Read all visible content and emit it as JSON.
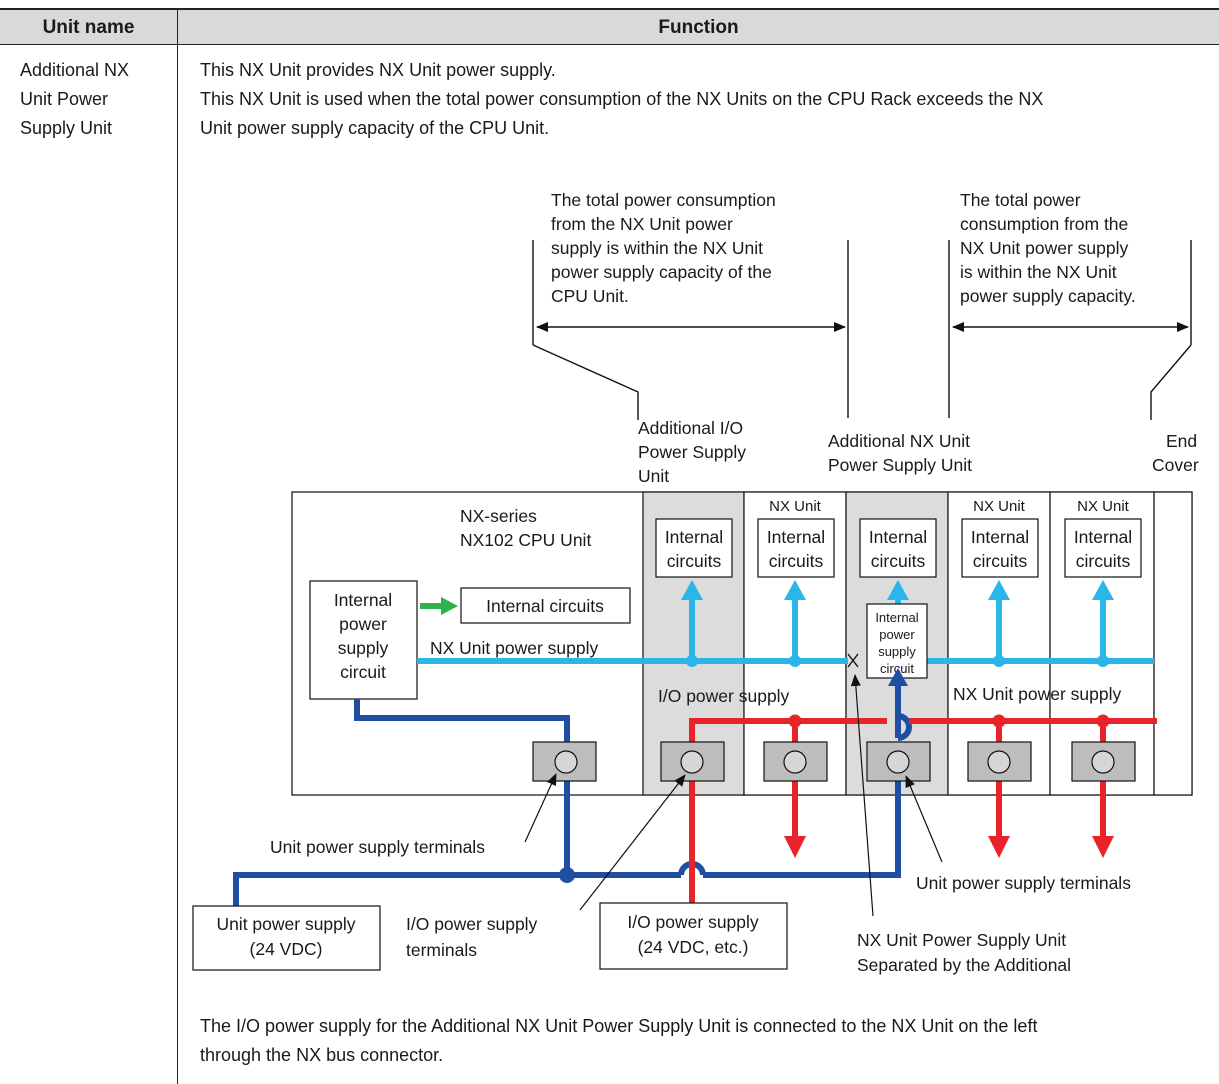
{
  "table": {
    "headers": [
      "Unit name",
      "Function"
    ],
    "unit_name_lines": [
      "Additional NX",
      "Unit Power",
      "Supply Unit"
    ],
    "intro_line1": "This NX Unit provides NX Unit power supply.",
    "intro_line2": "This NX Unit is used when the total power consumption of the NX Units on the CPU Rack exceeds the NX",
    "intro_line3": "Unit power supply capacity of the CPU Unit.",
    "footer_line1": "The I/O power supply for the Additional NX Unit Power Supply Unit is connected to the NX Unit on the left",
    "footer_line2": "through the NX bus connector."
  },
  "diagram": {
    "left_range_note": [
      "The total power consumption",
      "from the NX Unit power",
      "supply is within the NX Unit",
      "power supply capacity of the",
      "CPU Unit."
    ],
    "right_range_note": [
      "The total power",
      "consumption from the",
      "NX Unit power supply",
      "is within the NX Unit",
      "power supply capacity."
    ],
    "add_io_label": [
      "Additional I/O",
      "Power Supply",
      "Unit"
    ],
    "add_nx_label": [
      "Additional NX Unit",
      "Power Supply Unit"
    ],
    "end_cover_label": [
      "End",
      "Cover"
    ],
    "cpu_title": [
      "NX-series",
      "NX102 CPU Unit"
    ],
    "nx_unit_tag": "NX Unit",
    "internal_circuits": [
      "Internal",
      "circuits"
    ],
    "internal_circuits_single": "Internal circuits",
    "internal_psc": [
      "Internal",
      "power",
      "supply",
      "circuit"
    ],
    "nx_power_supply_left": "NX Unit power supply",
    "nx_power_supply_right": "NX Unit power supply",
    "io_power_supply": "I/O power supply",
    "unit_ps_terminals_left": "Unit power supply terminals",
    "unit_ps_terminals_right": "Unit power supply terminals",
    "unit_ps_box": [
      "Unit power supply",
      "(24 VDC)"
    ],
    "io_ps_terminals": [
      "I/O power supply",
      "terminals"
    ],
    "io_ps_box": [
      "I/O power supply",
      "(24 VDC, etc.)"
    ],
    "separated_note": [
      "NX Unit Power Supply Unit",
      "Separated by the Additional"
    ],
    "colors": {
      "nx_bus": "#29b6e8",
      "io_bus": "#e8242a",
      "unit_ps": "#1f4fa3",
      "green_arrow": "#2db34a",
      "shaded": "#dcdcdc",
      "terminal": "#bdbdbd"
    }
  }
}
